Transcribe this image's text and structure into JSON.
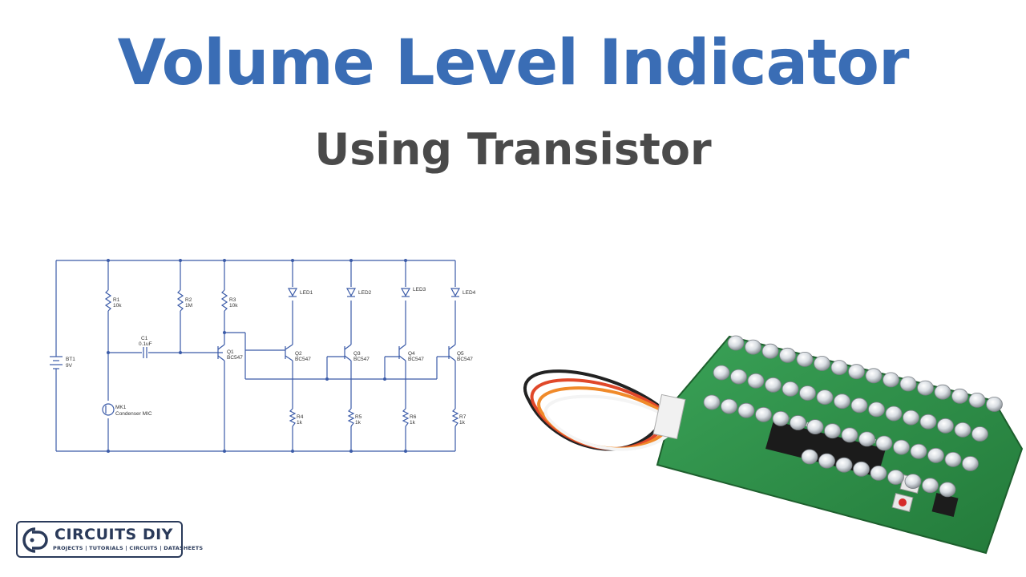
{
  "header": {
    "title": "Volume Level Indicator",
    "subtitle": "Using Transistor"
  },
  "schematic": {
    "battery": {
      "ref": "BT1",
      "value": "9V"
    },
    "mic": {
      "ref": "MK1",
      "value": "Condenser MIC"
    },
    "capacitor": {
      "ref": "C1",
      "value": "0.1uF"
    },
    "resistors": [
      {
        "ref": "R1",
        "value": "10k"
      },
      {
        "ref": "R2",
        "value": "1M"
      },
      {
        "ref": "R3",
        "value": "10k"
      },
      {
        "ref": "R4",
        "value": "1k"
      },
      {
        "ref": "R5",
        "value": "1k"
      },
      {
        "ref": "R6",
        "value": "1k"
      },
      {
        "ref": "R7",
        "value": "1k"
      }
    ],
    "transistors": [
      {
        "ref": "Q1",
        "value": "BC547"
      },
      {
        "ref": "Q2",
        "value": "BC547"
      },
      {
        "ref": "Q3",
        "value": "BC547"
      },
      {
        "ref": "Q4",
        "value": "BC547"
      },
      {
        "ref": "Q5",
        "value": "BC547"
      }
    ],
    "leds": [
      {
        "ref": "LED1"
      },
      {
        "ref": "LED2"
      },
      {
        "ref": "LED3"
      },
      {
        "ref": "LED4"
      }
    ]
  },
  "logo": {
    "brand": "CIRCUITS DIY",
    "tagline": "PROJECTS | TUTORIALS | CIRCUITS | DATASHEETS"
  },
  "colors": {
    "title": "#3a6db5",
    "subtitle": "#4a4a4a",
    "wire": "#3b5ba8",
    "pcb": "#2f8f48"
  }
}
